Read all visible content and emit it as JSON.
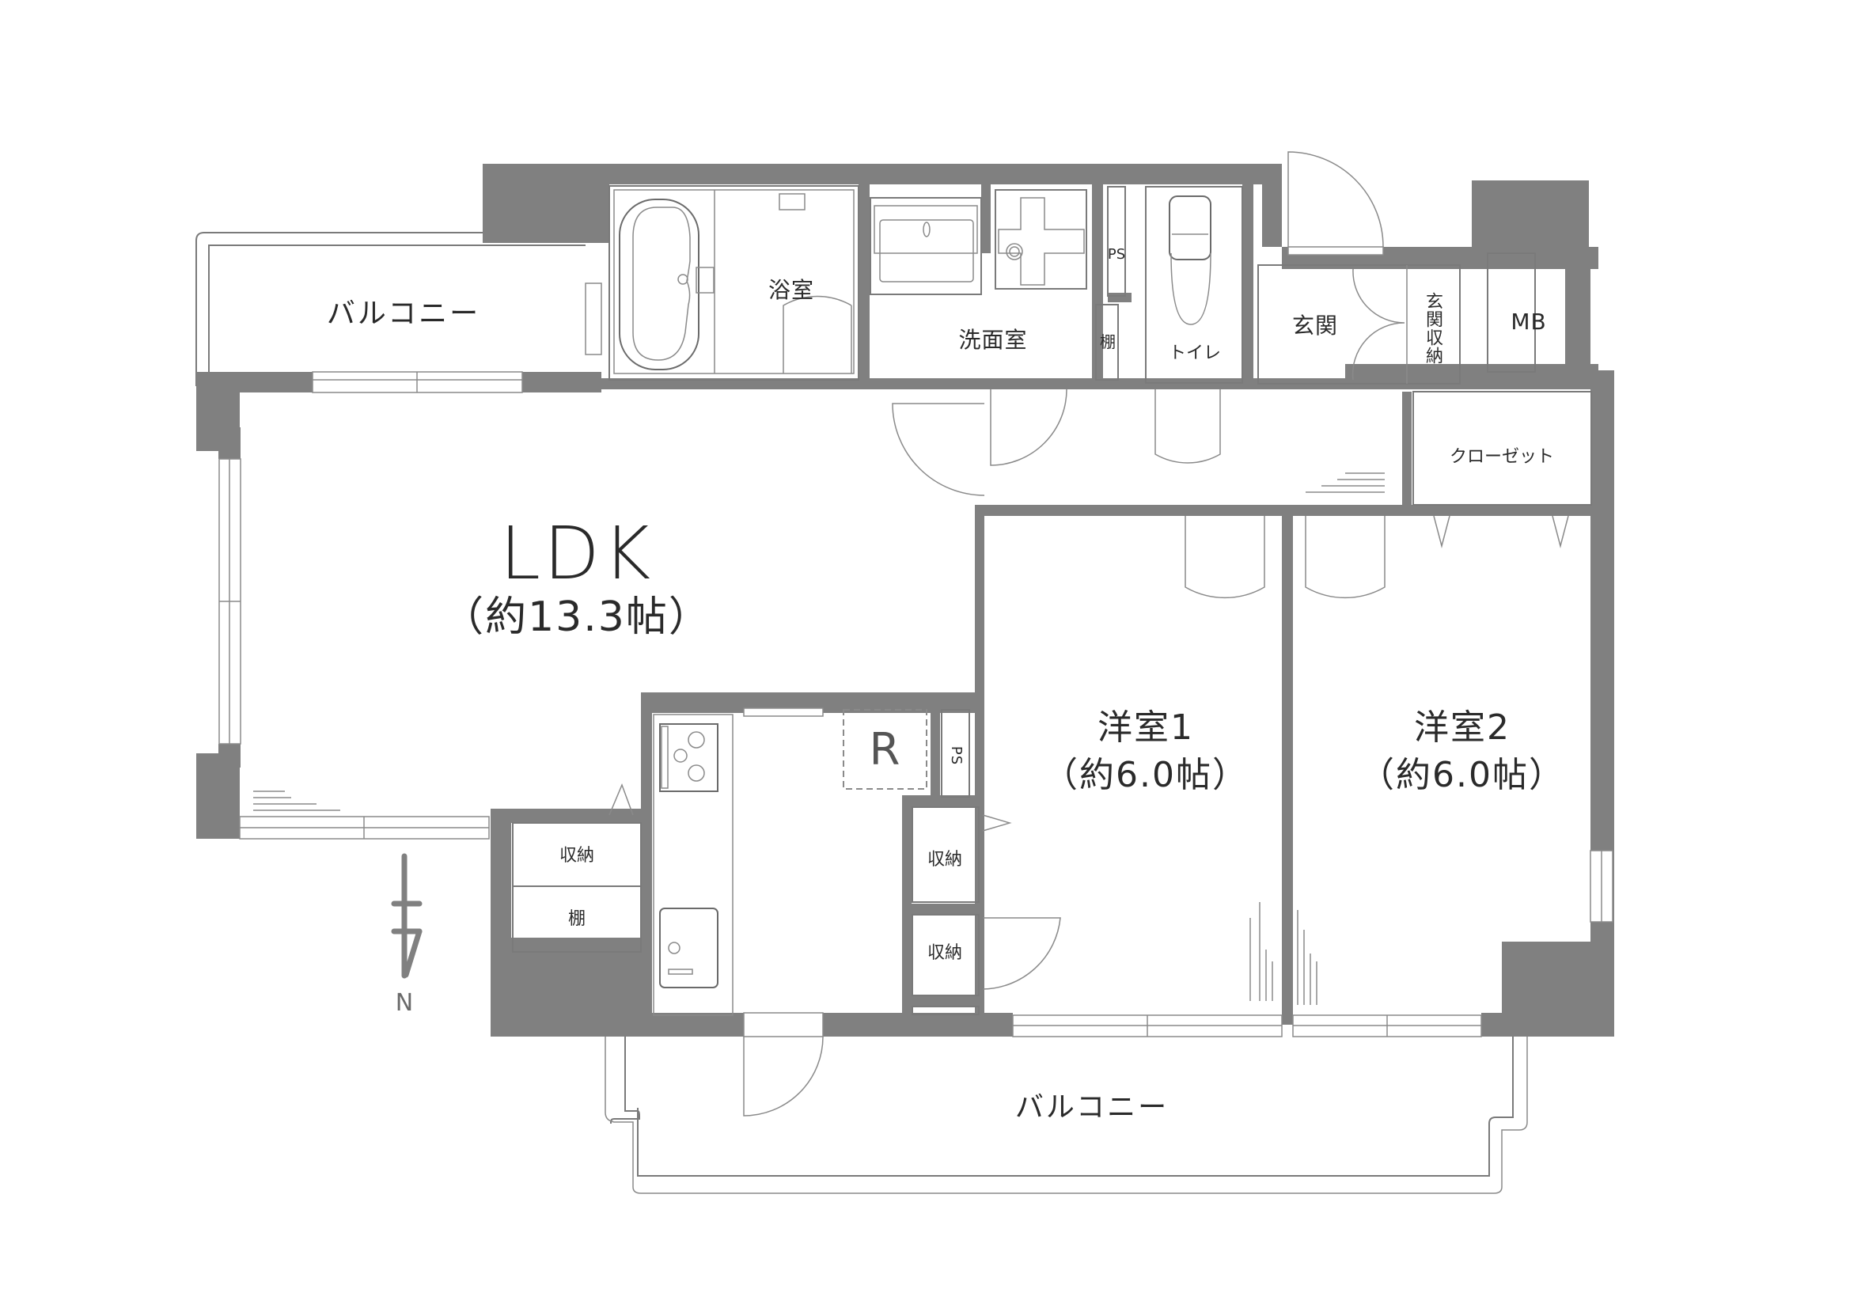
{
  "plan": {
    "type": "apartment-floor-plan",
    "layout": "3LDK-style (LDK + 2 Western rooms)",
    "colors": {
      "wall": "#808080",
      "line": "#8a8a8a",
      "text": "#2a2a2a",
      "background": "#ffffff"
    }
  },
  "rooms": {
    "ldk": {
      "name": "LDK",
      "size": "（約13.3帖）"
    },
    "western1": {
      "name": "洋室1",
      "size": "（約6.0帖）"
    },
    "western2": {
      "name": "洋室2",
      "size": "（約6.0帖）"
    },
    "bathroom": {
      "name": "浴室"
    },
    "washroom": {
      "name": "洗面室"
    },
    "toilet": {
      "name": "トイレ"
    },
    "entrance": {
      "name": "玄関"
    },
    "entrance_storage": {
      "name": "玄関収納"
    },
    "closet": {
      "name": "クローゼット"
    },
    "mb": {
      "name": "MB"
    },
    "ps_top": {
      "name": "PS"
    },
    "ps_kitchen": {
      "name": "PS"
    },
    "shelf_top": {
      "name": "棚"
    },
    "storage_left": {
      "name": "収納"
    },
    "shelf_left": {
      "name": "棚"
    },
    "storage_mid1": {
      "name": "収納"
    },
    "storage_mid2": {
      "name": "収納"
    },
    "refrigerator": {
      "name": "R"
    },
    "balcony_top": {
      "name": "バルコニー"
    },
    "balcony_bottom": {
      "name": "バルコニー"
    }
  },
  "compass": {
    "label": "N",
    "icon": "north-arrow-icon"
  }
}
